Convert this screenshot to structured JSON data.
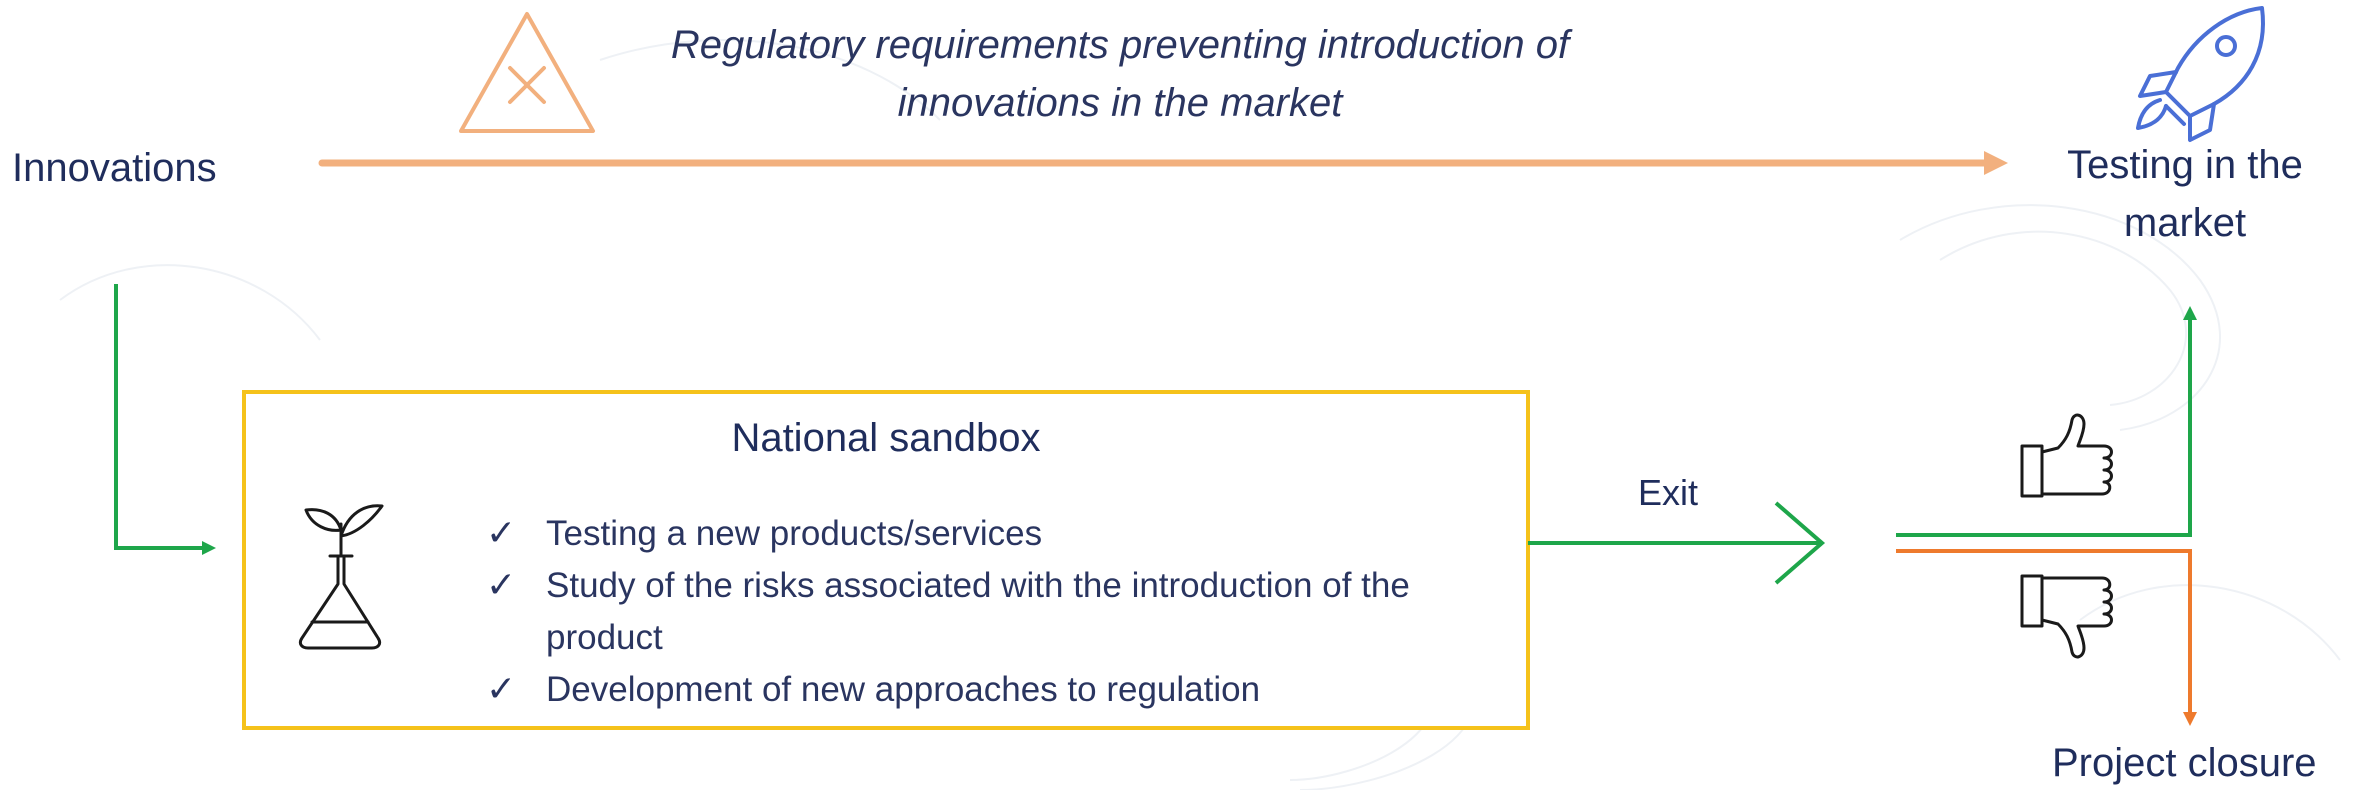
{
  "header": {
    "subtitle_line1": "Regulatory requirements preventing introduction of",
    "subtitle_line2": "innovations in the market"
  },
  "nodes": {
    "innovations": "Innovations",
    "testing_line1": "Testing in the",
    "testing_line2": "market",
    "exit": "Exit",
    "project_closure": "Project closure"
  },
  "sandbox": {
    "title": "National sandbox",
    "bullets": [
      "Testing a new products/services",
      "Study of the risks associated with the introduction of the product",
      "Development of new approaches to regulation"
    ],
    "check_glyph": "✓"
  },
  "icons": {
    "warning": "warning-triangle-icon",
    "rocket": "rocket-icon",
    "plant": "plant-flask-icon",
    "thumbs_up": "thumbs-up-icon",
    "thumbs_down": "thumbs-down-icon"
  },
  "colors": {
    "text": "#1f2d5c",
    "orange_arrow": "#f2b07e",
    "green": "#1ea64a",
    "orange": "#ee7a2d",
    "box_border": "#f5c21a",
    "rocket": "#4a6fd6"
  }
}
